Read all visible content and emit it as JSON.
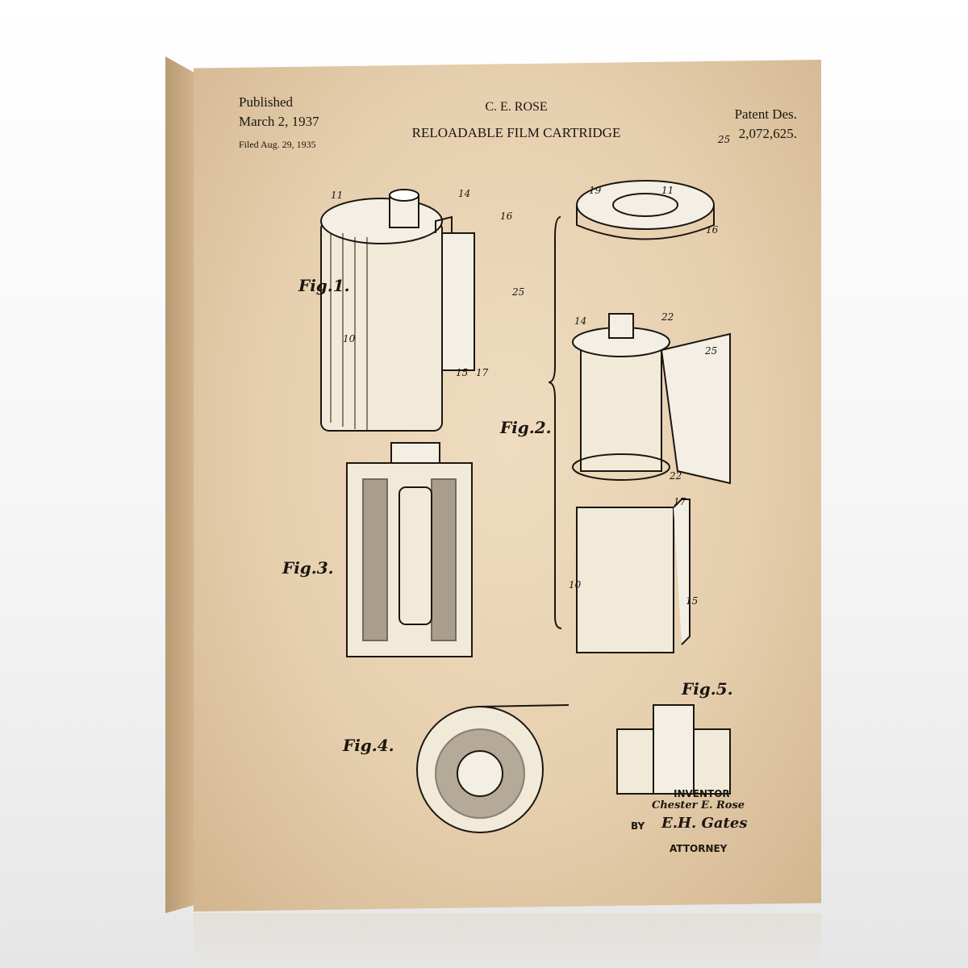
{
  "header": {
    "published_label": "Published",
    "published_date": "March 2, 1937",
    "filed": "Filed Aug. 29, 1935",
    "inventor_short": "C. E. ROSE",
    "title": "RELOADABLE FILM CARTRIDGE",
    "patent_label": "Patent Des.",
    "patent_number": "2,072,625."
  },
  "figures": {
    "fig1": "Fig.1.",
    "fig2": "Fig.2.",
    "fig3": "Fig.3.",
    "fig4": "Fig.4.",
    "fig5": "Fig.5."
  },
  "footer": {
    "inventor_label": "INVENTOR",
    "inventor_name": "Chester E. Rose",
    "by": "BY",
    "signature": "E.H. Gates",
    "attorney_label": "ATTORNEY"
  },
  "colors": {
    "paper": "#e6cfae",
    "ink": "#1c1610",
    "spine": "#c4a780"
  }
}
